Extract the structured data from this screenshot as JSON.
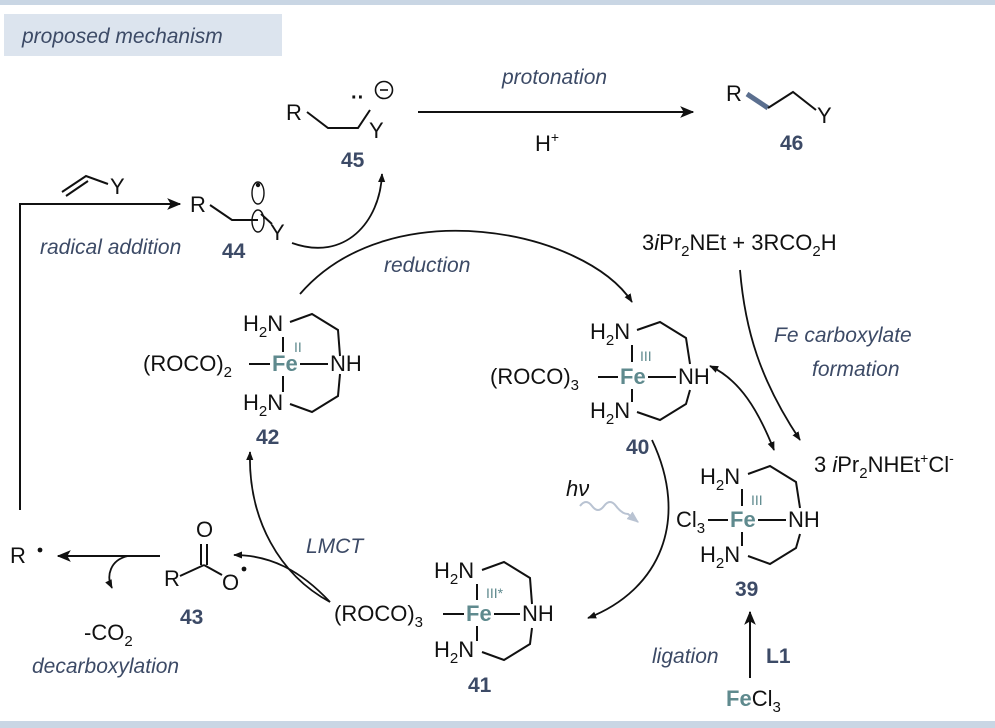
{
  "header": {
    "tag": "proposed mechanism"
  },
  "colors": {
    "accent_text": "#3c4a66",
    "iron": "#5f8a8e",
    "box_bg": "#dce4ee",
    "rule": "#c9d6e4",
    "hv_arrow": "#b9c3d2"
  },
  "labels": {
    "protonation": "protonation",
    "h_plus": "H",
    "plus": "+",
    "radical_addition": "radical addition",
    "reduction": "reduction",
    "fe_carboxylate_1": "Fe carboxylate",
    "fe_carboxylate_2": "formation",
    "hv": "hν",
    "lmct": "LMCT",
    "decarboxylation": "decarboxylation",
    "ligation": "ligation",
    "ligand": "L1"
  },
  "compounds": {
    "c39": "39",
    "c40": "40",
    "c41": "41",
    "c42": "42",
    "c43": "43",
    "c44": "44",
    "c45": "45",
    "c46": "46"
  },
  "atoms": {
    "R": "R",
    "Y": "Y",
    "H2N": "H",
    "two": "2",
    "N": "N",
    "NH": "NH",
    "Fe": "Fe",
    "Cl": "Cl",
    "three": "3",
    "O": "O",
    "ROCO": "(ROCO)",
    "ox_II": "II",
    "ox_III": "III",
    "ox_IIIstar": "III*",
    "minus": "−",
    "dots": "··",
    "dot": "·"
  },
  "reagents": {
    "amine_a": "3",
    "amine_b": "i",
    "amine_c": "Pr",
    "amine_d": "2",
    "amine_e": "NEt + 3RCO",
    "amine_f": "2",
    "amine_g": "H",
    "salt_a": "3 ",
    "salt_b": "i",
    "salt_c": "Pr",
    "salt_d": "2",
    "salt_e": "NHEt",
    "salt_f": "+",
    "salt_g": "Cl",
    "salt_h": "-",
    "fecl": "Fe",
    "fecl_b": "Cl",
    "fecl_c": "3",
    "co2_a": "-CO",
    "co2_b": "2"
  }
}
